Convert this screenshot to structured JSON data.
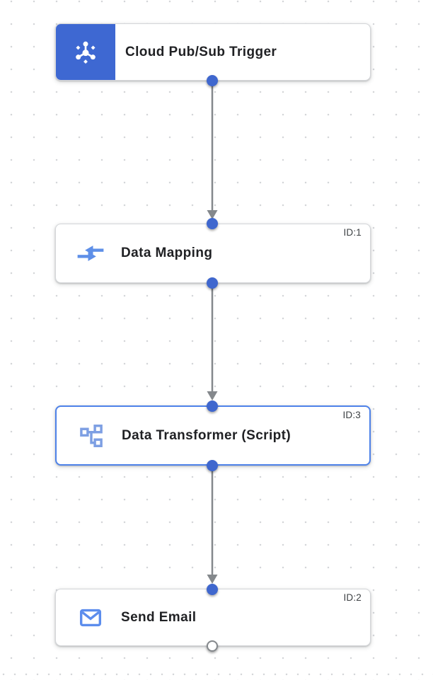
{
  "app": {
    "name": "integration-workflow-canvas"
  },
  "theme": {
    "canvas_background": "#ffffff",
    "grid_dot": "#d4d6d9",
    "trigger_block_blue": "#3E68D2",
    "connector_dot_blue": "#3F67CE",
    "edge_line_gray": "#84888C",
    "selected_border_blue": "#4E82E9",
    "card_border_gray": "#D5D7DA",
    "title_text": "#202124",
    "id_text": "#3C4043",
    "mapping_icon_blue": "#5E8FE8",
    "transformer_icon_blue": "#7D9FE3",
    "email_icon_blue": "#5C8DED"
  },
  "nodes": [
    {
      "kind": "trigger",
      "label": "Cloud Pub/Sub Trigger",
      "icon": "pubsub-trigger-icon",
      "id_label": "",
      "selected": false
    },
    {
      "kind": "task",
      "label": "Data Mapping",
      "icon": "data-mapping-icon",
      "id_label": "ID:1",
      "selected": false
    },
    {
      "kind": "task",
      "label": "Data Transformer (Script)",
      "icon": "data-transformer-icon",
      "id_label": "ID:3",
      "selected": true
    },
    {
      "kind": "task",
      "label": "Send Email",
      "icon": "send-email-icon",
      "id_label": "ID:2",
      "selected": false
    }
  ],
  "edges": [
    {
      "from": "Cloud Pub/Sub Trigger",
      "to": "Data Mapping"
    },
    {
      "from": "Data Mapping",
      "to": "Data Transformer (Script)"
    },
    {
      "from": "Data Transformer (Script)",
      "to": "Send Email"
    }
  ]
}
